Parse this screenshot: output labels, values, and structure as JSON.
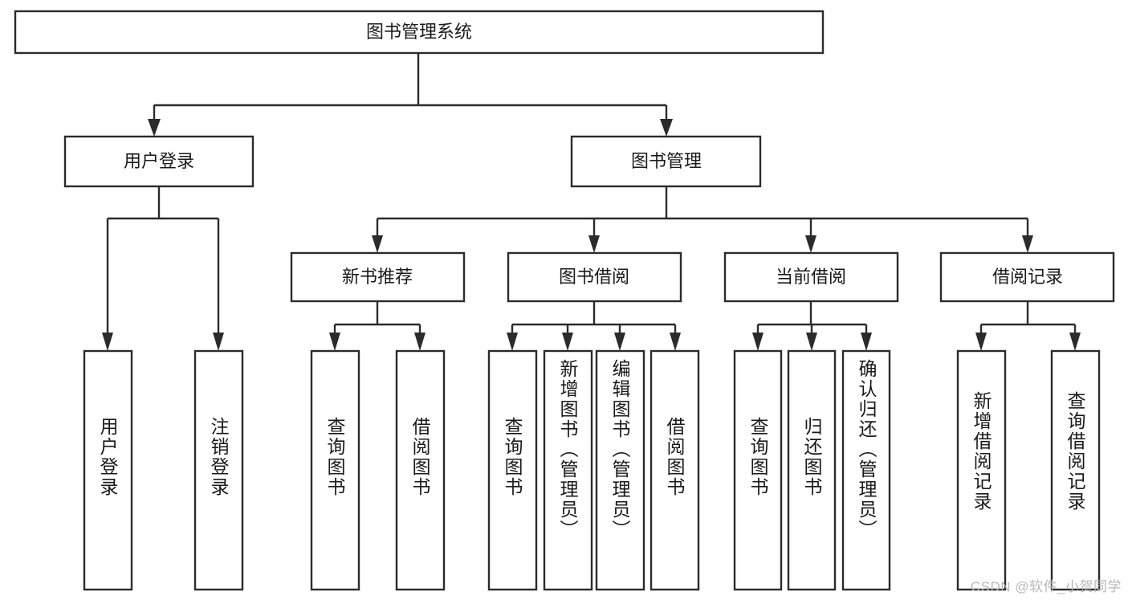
{
  "diagram": {
    "title": "图书管理系统",
    "type": "hierarchy-tree",
    "root": {
      "id": "root",
      "label": "图书管理系统",
      "orientation": "horizontal"
    },
    "level2": [
      {
        "id": "user-login",
        "label": "用户登录",
        "orientation": "horizontal"
      },
      {
        "id": "book-management",
        "label": "图书管理",
        "orientation": "horizontal"
      }
    ],
    "level3": [
      {
        "id": "new-book-recommend",
        "label": "新书推荐",
        "orientation": "horizontal",
        "parent": "book-management"
      },
      {
        "id": "book-borrow",
        "label": "图书借阅",
        "orientation": "horizontal",
        "parent": "book-management"
      },
      {
        "id": "current-borrow",
        "label": "当前借阅",
        "orientation": "horizontal",
        "parent": "book-management"
      },
      {
        "id": "borrow-record",
        "label": "借阅记录",
        "orientation": "horizontal",
        "parent": "book-management"
      }
    ],
    "leaves": [
      {
        "id": "leaf-user-login",
        "label": "用户登录",
        "parent": "user-login",
        "orientation": "vertical"
      },
      {
        "id": "leaf-logout-login",
        "label": "注销登录",
        "parent": "user-login",
        "orientation": "vertical"
      },
      {
        "id": "leaf-query-book-1",
        "label": "查询图书",
        "parent": "new-book-recommend",
        "orientation": "vertical"
      },
      {
        "id": "leaf-borrow-book-1",
        "label": "借阅图书",
        "parent": "new-book-recommend",
        "orientation": "vertical"
      },
      {
        "id": "leaf-query-book-2",
        "label": "查询图书",
        "parent": "book-borrow",
        "orientation": "vertical"
      },
      {
        "id": "leaf-add-book",
        "label": "新增图书（管理员）",
        "parent": "book-borrow",
        "orientation": "vertical"
      },
      {
        "id": "leaf-edit-book",
        "label": "编辑图书（管理员）",
        "parent": "book-borrow",
        "orientation": "vertical"
      },
      {
        "id": "leaf-borrow-book-2",
        "label": "借阅图书",
        "parent": "book-borrow",
        "orientation": "vertical"
      },
      {
        "id": "leaf-query-book-3",
        "label": "查询图书",
        "parent": "current-borrow",
        "orientation": "vertical"
      },
      {
        "id": "leaf-return-book",
        "label": "归还图书",
        "parent": "current-borrow",
        "orientation": "vertical"
      },
      {
        "id": "leaf-confirm-return",
        "label": "确认归还（管理员）",
        "parent": "current-borrow",
        "orientation": "vertical"
      },
      {
        "id": "leaf-add-borrow-record",
        "label": "新增借阅记录",
        "parent": "borrow-record",
        "orientation": "vertical"
      },
      {
        "id": "leaf-query-borrow-record",
        "label": "查询借阅记录",
        "parent": "borrow-record",
        "orientation": "vertical"
      }
    ],
    "colors": {
      "stroke": "#2b2b2b",
      "fill": "#ffffff",
      "text": "#1a1a1a",
      "watermark": "#b8b8b8",
      "background": "#ffffff"
    }
  },
  "watermark": {
    "text": "CSDN @软件_小贺同学"
  }
}
